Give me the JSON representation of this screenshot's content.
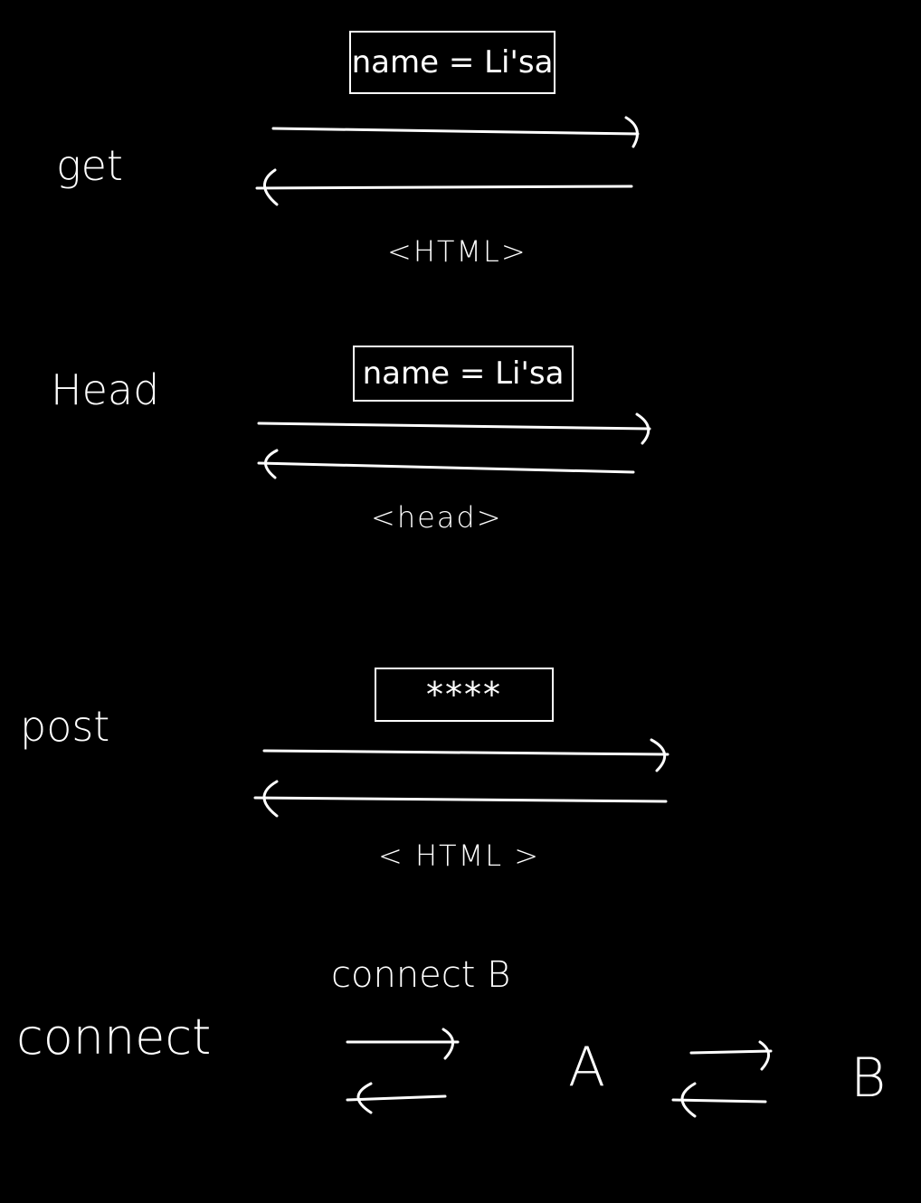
{
  "colors": {
    "background": "#000000",
    "ink": "#ffffff"
  },
  "sections": {
    "get": {
      "method": "get",
      "request": "name = Li'sa",
      "response": "<HTML>"
    },
    "head": {
      "method": "Head",
      "request": "name = Li'sa",
      "response": "<head>"
    },
    "post": {
      "method": "post",
      "request": "****",
      "response": "< HTML >"
    },
    "connect": {
      "method": "connect",
      "request": "connect B",
      "node_a": "A",
      "node_b": "B"
    }
  }
}
